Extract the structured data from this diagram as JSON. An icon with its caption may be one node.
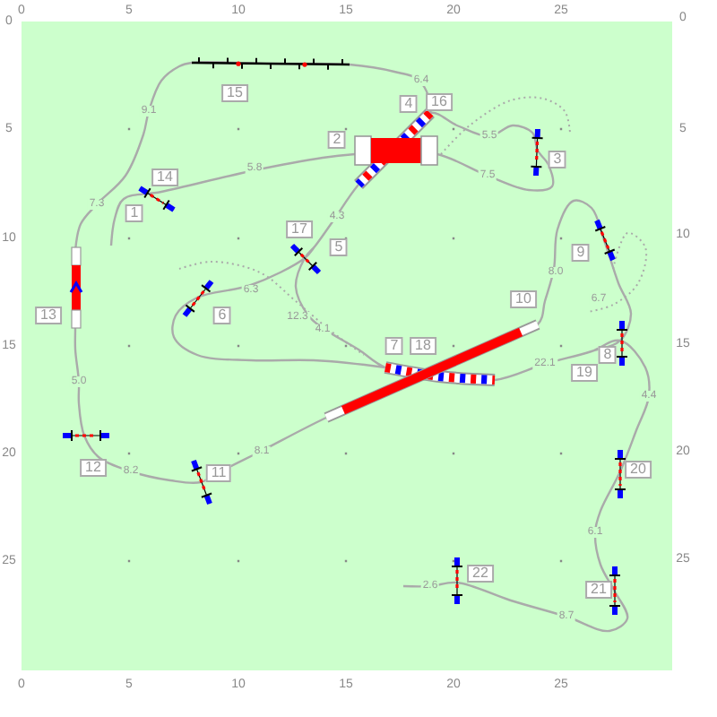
{
  "diagram": {
    "nodes": [
      {
        "text": [
          "1"
        ]
      },
      {
        "text": [
          "2"
        ]
      },
      {
        "text": [
          "3"
        ]
      },
      {
        "text": [
          "4"
        ]
      },
      {
        "text": [
          "5"
        ]
      },
      {
        "text": [
          "6"
        ]
      },
      {
        "text": [
          "7"
        ]
      },
      {
        "text": [
          "8"
        ]
      },
      {
        "text": [
          "9"
        ]
      },
      {
        "text": [
          "10"
        ]
      },
      {
        "text": [
          "11"
        ]
      },
      {
        "text": [
          "12"
        ]
      },
      {
        "text": [
          "13"
        ]
      },
      {
        "text": [
          "14"
        ]
      },
      {
        "text": [
          "15"
        ]
      },
      {
        "text": [
          "16"
        ]
      },
      {
        "text": [
          "17"
        ]
      },
      {
        "text": [
          "18"
        ]
      },
      {
        "text": [
          "19"
        ]
      },
      {
        "text": [
          "20"
        ]
      },
      {
        "text": [
          "21"
        ]
      },
      {
        "text": [
          "22"
        ]
      }
    ],
    "labels": [
      "0",
      "5",
      "10",
      "15",
      "20",
      "25",
      "0",
      "5",
      "10",
      "15",
      "20",
      "25",
      "0",
      "5",
      "10",
      "15",
      "20",
      "25",
      "0",
      "5",
      "10",
      "15",
      "20",
      "25",
      "6.4",
      "9.1",
      "5.5",
      "5.8",
      "7.5",
      "7.3",
      "4.3",
      "8.0",
      "6.3",
      "6.7",
      "12.3",
      "4.1",
      "22.1",
      "5.0",
      "4.4",
      "8.1",
      "8.2",
      "6.1",
      "2.6",
      "8.7"
    ]
  }
}
